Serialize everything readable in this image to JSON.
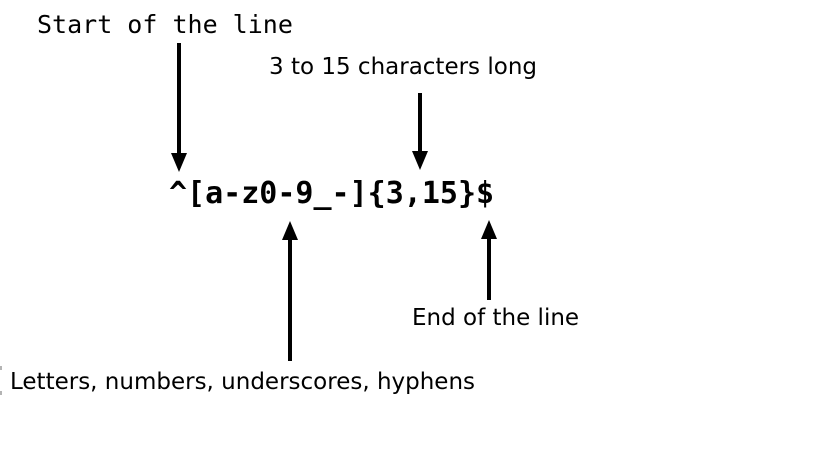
{
  "diagram": {
    "pattern": "^[a-z0-9_-]{3,15}$",
    "annotations": {
      "start": {
        "label": "Start of the line"
      },
      "length": {
        "label": "3 to 15 characters long"
      },
      "charset": {
        "label": "Letters, numbers, underscores, hyphens"
      },
      "end": {
        "label": "End of the line"
      }
    },
    "colors": {
      "ink": "#000000",
      "background": "#ffffff"
    }
  }
}
